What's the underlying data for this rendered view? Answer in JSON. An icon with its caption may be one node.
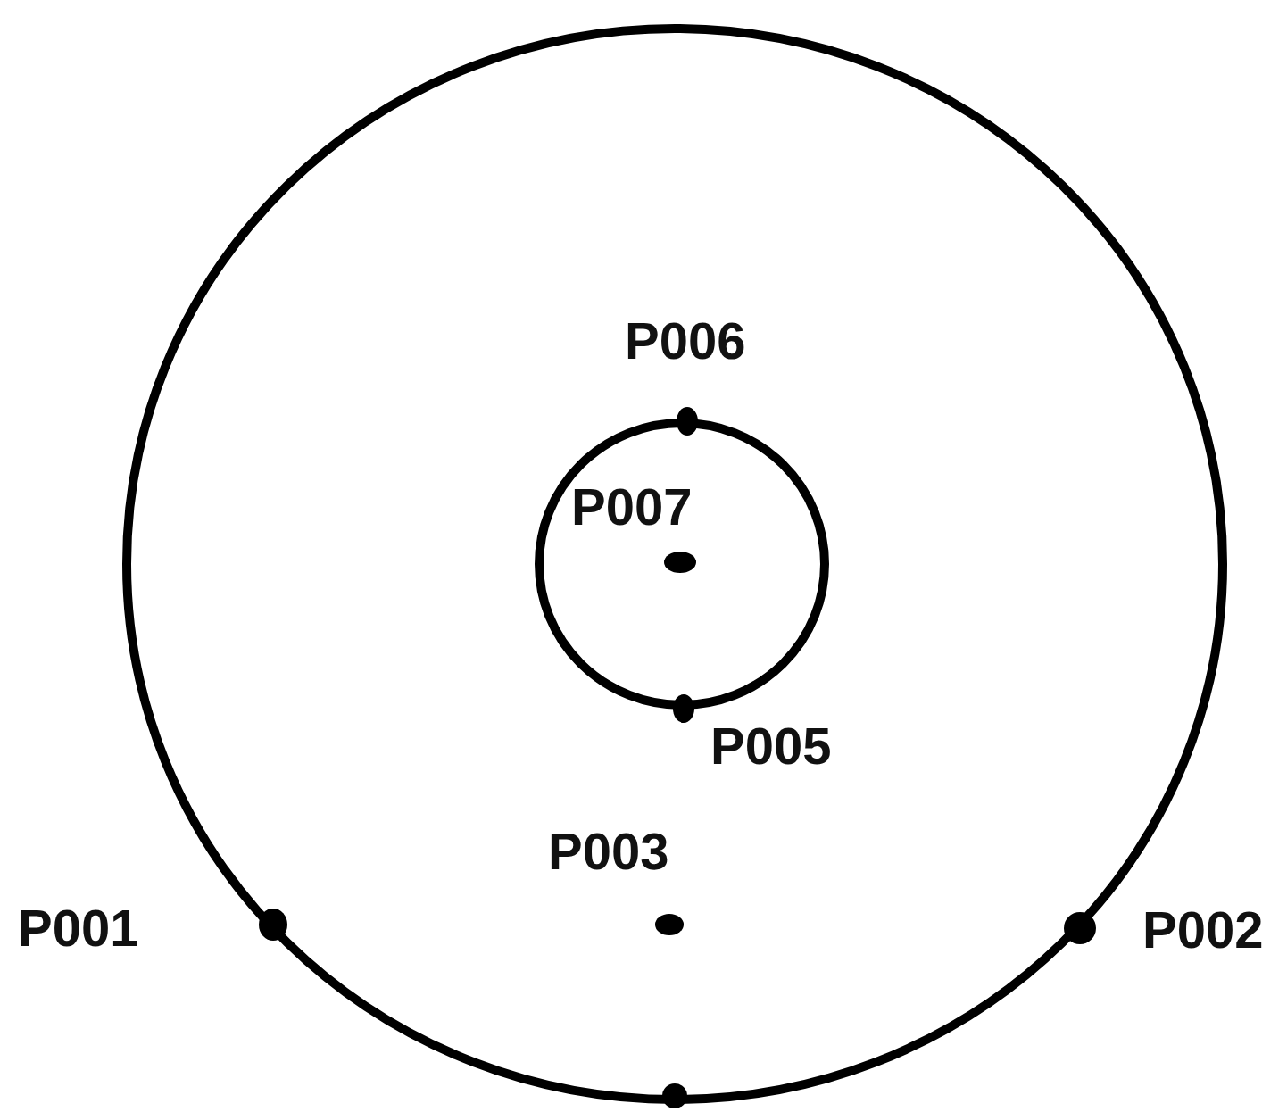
{
  "diagram": {
    "labels": [
      "P006",
      "P007",
      "P005",
      "P003",
      "P001",
      "P002"
    ]
  }
}
